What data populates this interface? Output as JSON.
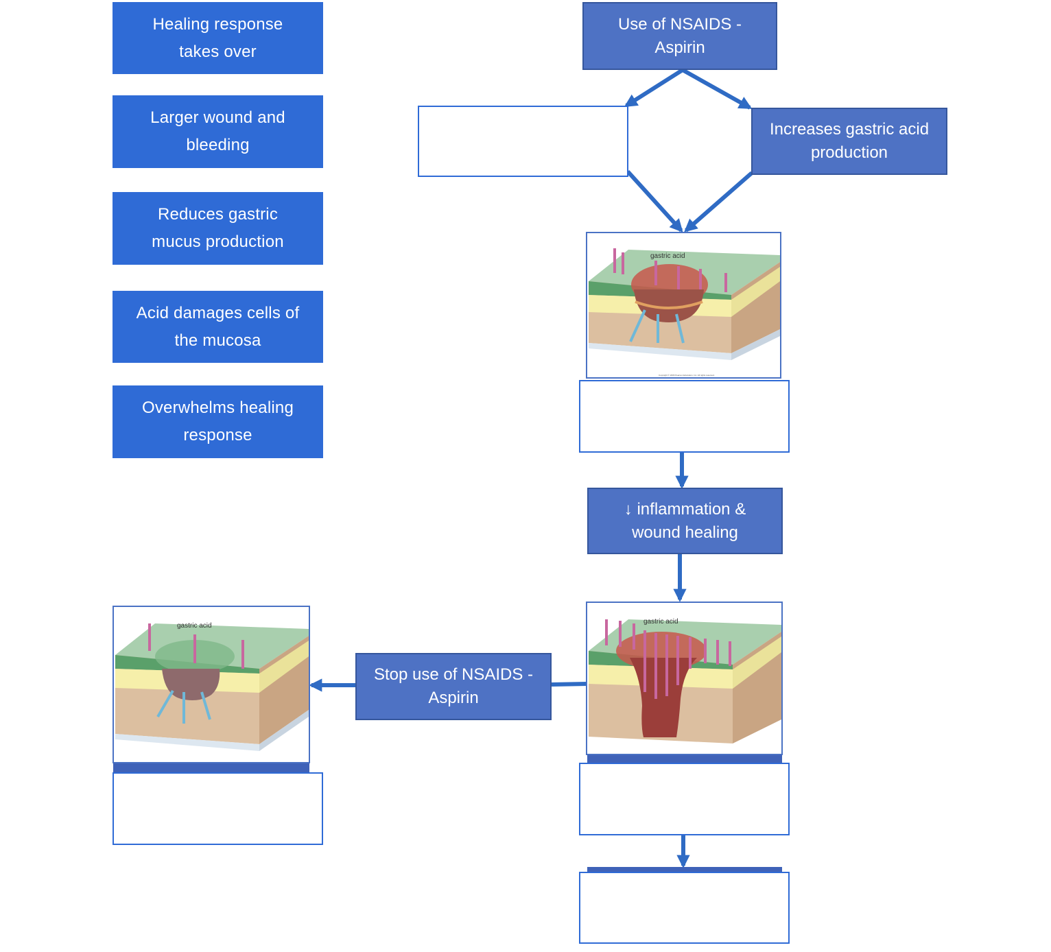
{
  "draggable_options": [
    {
      "id": "healing",
      "text": "Healing response takes over"
    },
    {
      "id": "larger",
      "text": "Larger wound and bleeding"
    },
    {
      "id": "mucus",
      "text": "Reduces gastric mucus production"
    },
    {
      "id": "acid-damage",
      "text": "Acid damages cells of the mucosa"
    },
    {
      "id": "overwhelms",
      "text": "Overwhelms healing response"
    }
  ],
  "nodes": {
    "nsaids": "Use of NSAIDS - Aspirin",
    "gastric_acid": "Increases gastric acid production",
    "inflammation": "↓ inflammation & wound healing",
    "stop": "Stop use of NSAIDS - Aspirin"
  },
  "illustrations": {
    "label": "gastric acid",
    "copyright": "Copyright © 2006 Pearson Education, Inc. All rights reserved."
  },
  "colors": {
    "option_blue": "#2f6bd6",
    "node_blue": "#4e72c4",
    "arrow_blue": "#2f6bc4"
  }
}
